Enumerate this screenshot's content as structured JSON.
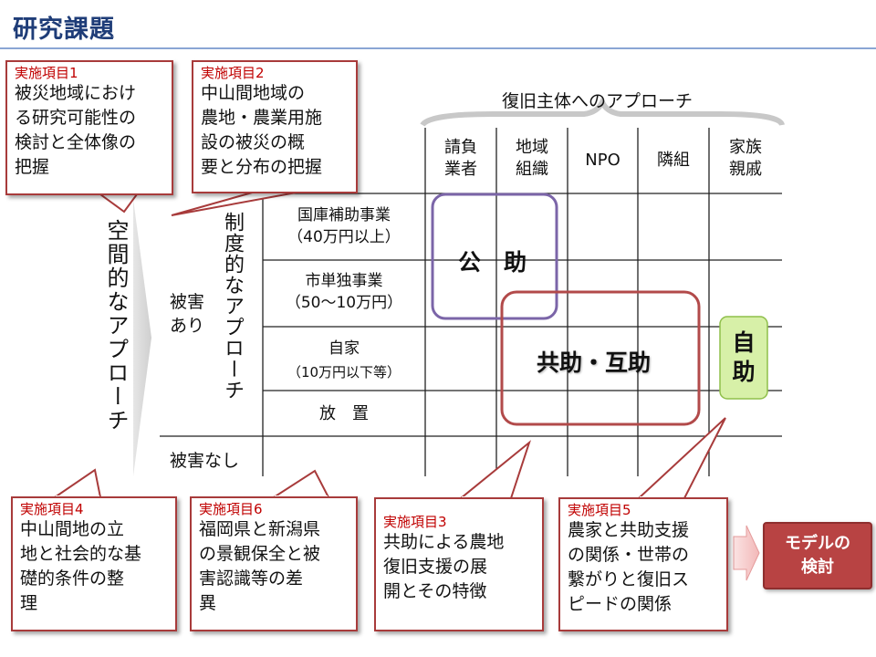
{
  "title": "研究課題",
  "header": {
    "approach": "復旧主体へのアプローチ",
    "columns": [
      "請負\n業者",
      "地域\n組織",
      "NPO",
      "隣組",
      "家族\n親戚"
    ]
  },
  "left": {
    "spatial": "空間的なアプローチ",
    "institutional": "制度的なアプローチ",
    "damage_yes": "被害\nあり",
    "damage_no": "被害なし"
  },
  "rows": [
    "国庫補助事業\n（40万円以上）",
    "市単独事業\n（50～10万円）",
    "自家",
    "（10万円以下等）",
    "放　置"
  ],
  "labels": {
    "kojo": "公　助",
    "kyojo": "共助・互助",
    "jijo": "自\n助"
  },
  "callouts": {
    "item1": {
      "label": "実施項目1",
      "body": "被災地域におけ\nる研究可能性の\n検討と全体像の\n把握"
    },
    "item2": {
      "label": "実施項目2",
      "body": "中山間地域の\n農地・農業用施\n設の被災の概\n要と分布の把握"
    },
    "item4": {
      "label": "実施項目4",
      "body": "中山間地の立\n地と社会的な基\n礎的条件の整\n理"
    },
    "item6": {
      "label": "実施項目6",
      "body": "福岡県と新潟県\nの景観保全と被\n害認識等の差\n異"
    },
    "item3": {
      "label": "実施項目3",
      "body": "共助による農地\n復旧支援の展\n開とその特徴"
    },
    "item5": {
      "label": "実施項目5",
      "body": "農家と共助支援\nの関係・世帯の\n繋がりと復旧ス\nピードの関係"
    }
  },
  "model": "モデルの\n検討",
  "colors": {
    "title": "#1f3d78",
    "callout_border": "#a83b3b",
    "label_red": "#c00000",
    "kojo": "#7b65a8",
    "kyojo": "#b24a4a",
    "jijo_fill": "#d7f0a8",
    "jijo_border": "#8fbf4a"
  }
}
